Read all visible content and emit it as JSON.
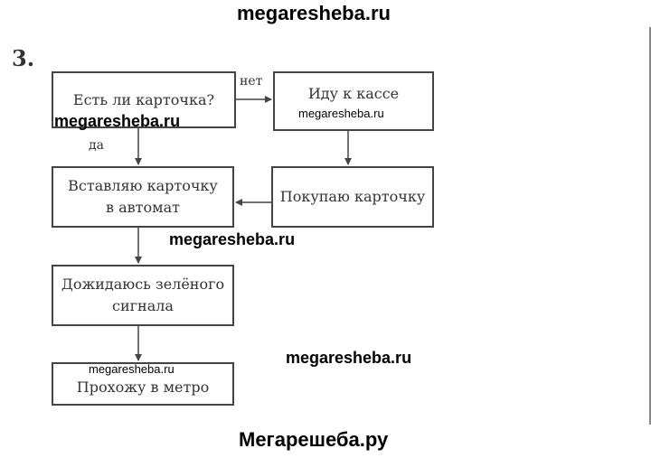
{
  "watermarks": {
    "top": "megaresheba.ru",
    "mid1": "megaresheba.ru",
    "mid2": "megaresheba.ru",
    "mid3": "megaresheba.ru",
    "small1": "megaresheba.ru",
    "small2": "megaresheba.ru",
    "bottom": "Мегарешеба.ру"
  },
  "problem_number": "3.",
  "flowchart": {
    "boxes": {
      "card_check": "Есть ли карточка?",
      "go_to_kassa": "Иду к кассе",
      "buy_card": "Покупаю карточку",
      "insert_card": "Вставляю карточку\nв автомат",
      "wait_signal": "Дожидаюсь зелёного\nсигнала",
      "pass_metro": "Прохожу в метро"
    },
    "labels": {
      "no": "нет",
      "yes": "да"
    }
  },
  "colors": {
    "line": "#444444",
    "text": "#333333",
    "watermark": "#000000"
  }
}
